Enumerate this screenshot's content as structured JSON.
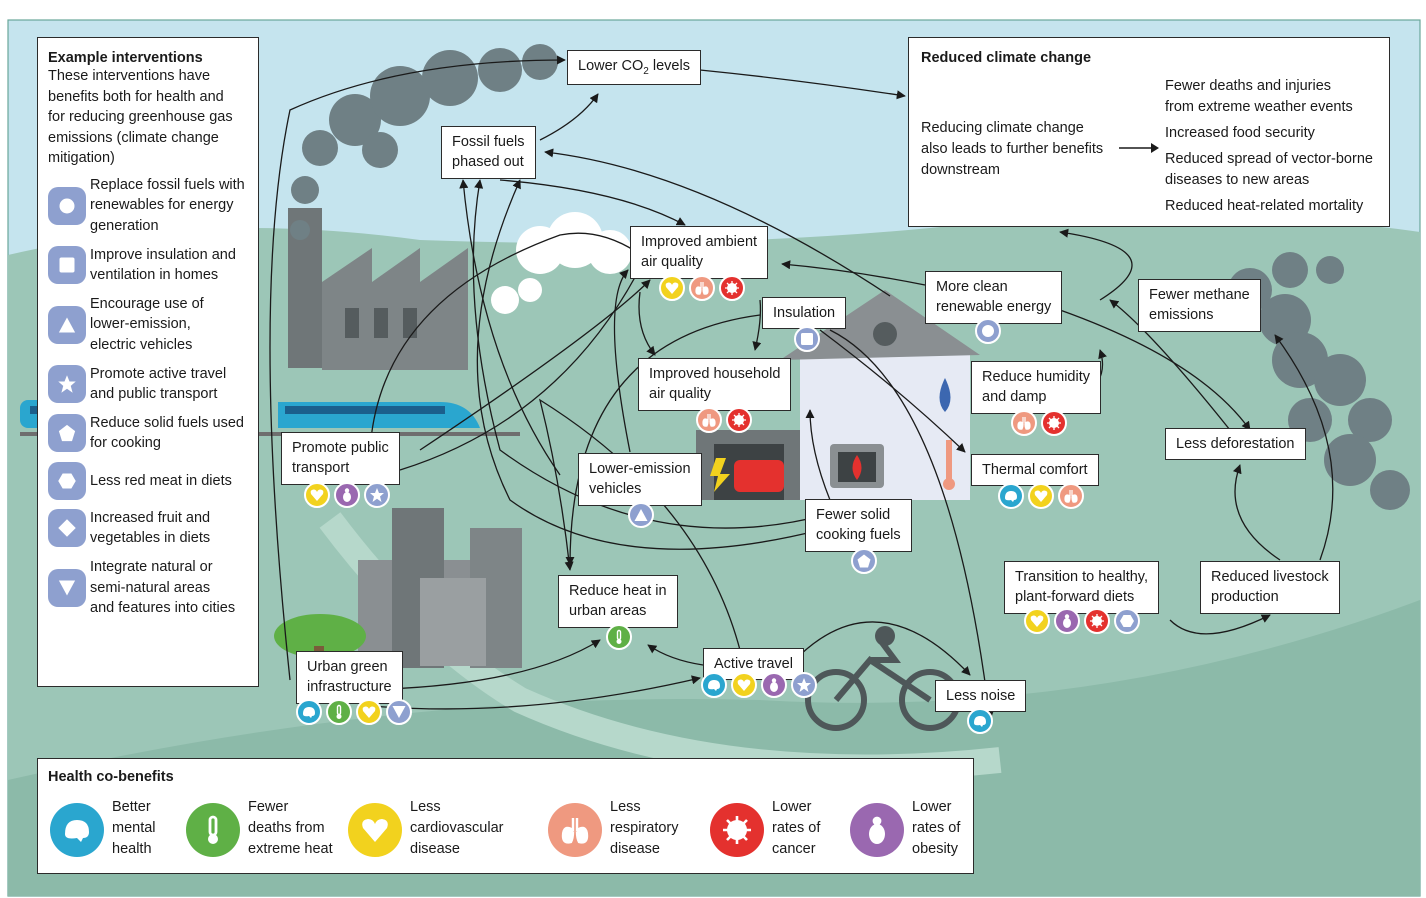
{
  "colors": {
    "sky": "#c5e4ee",
    "ground": "#9cc6b7",
    "ground_dark": "#8cbaa9",
    "smoke": "#6f8085",
    "intervention_badge": "#8ea0cf",
    "mental": "#2aa6cf",
    "heat": "#5fb046",
    "cardio": "#f2d21e",
    "respiratory": "#ef9980",
    "cancer": "#e4312e",
    "obesity": "#9a68b0"
  },
  "example_interventions": {
    "title": "Example interventions",
    "description": [
      "These interventions have",
      "benefits both for health and",
      "for reducing greenhouse gas",
      "emissions (climate change",
      "mitigation)"
    ],
    "items": [
      {
        "icon": "circle-icon",
        "lines": [
          "Replace fossil fuels with",
          "renewables for energy",
          "generation"
        ]
      },
      {
        "icon": "square-icon",
        "lines": [
          "Improve insulation and",
          "ventilation in homes"
        ]
      },
      {
        "icon": "triangle-icon",
        "lines": [
          "Encourage use of",
          "lower-emission,",
          "electric vehicles"
        ]
      },
      {
        "icon": "star-icon",
        "lines": [
          "Promote active travel",
          "and public transport"
        ]
      },
      {
        "icon": "pentagon-icon",
        "lines": [
          "Reduce solid fuels used",
          "for cooking"
        ]
      },
      {
        "icon": "hexagon-icon",
        "lines": [
          "Less red meat in diets"
        ]
      },
      {
        "icon": "diamond-icon",
        "lines": [
          "Increased fruit and",
          "vegetables in diets"
        ]
      },
      {
        "icon": "inverted-triangle-icon",
        "lines": [
          "Integrate natural or",
          "semi-natural areas",
          "and features into cities"
        ]
      }
    ]
  },
  "reduced_climate_change": {
    "title": "Reduced climate change",
    "lead": [
      "Reducing climate change",
      "also leads to further benefits",
      "downstream"
    ],
    "benefits": [
      [
        "Fewer deaths and injuries",
        "from extreme weather events"
      ],
      [
        "Increased food security"
      ],
      [
        "Reduced spread of vector-borne",
        "diseases to new areas"
      ],
      [
        "Reduced heat-related mortality"
      ]
    ]
  },
  "nodes": {
    "lower_co2": {
      "label": "Lower CO",
      "sub": "2",
      "tail": " levels"
    },
    "fossil_fuels": {
      "lines": [
        "Fossil fuels",
        "phased out"
      ]
    },
    "ambient_air": {
      "lines": [
        "Improved ambient",
        "air quality"
      ]
    },
    "insulation": {
      "lines": [
        "Insulation"
      ]
    },
    "clean_energy": {
      "lines": [
        "More clean",
        "renewable energy"
      ]
    },
    "methane": {
      "lines": [
        "Fewer methane",
        "emissions"
      ]
    },
    "household_air": {
      "lines": [
        "Improved household",
        "air quality"
      ]
    },
    "humidity": {
      "lines": [
        "Reduce humidity",
        "and damp"
      ]
    },
    "public_transport": {
      "lines": [
        "Promote public",
        "transport"
      ]
    },
    "lower_emission_vehicles": {
      "lines": [
        "Lower-emission",
        "vehicles"
      ]
    },
    "thermal": {
      "lines": [
        "Thermal comfort"
      ]
    },
    "deforestation": {
      "lines": [
        "Less deforestation"
      ]
    },
    "solid_fuels": {
      "lines": [
        "Fewer solid",
        "cooking fuels"
      ]
    },
    "heat_urban": {
      "lines": [
        "Reduce heat in",
        "urban areas"
      ]
    },
    "diets": {
      "lines": [
        "Transition to healthy,",
        "plant-forward diets"
      ]
    },
    "livestock": {
      "lines": [
        "Reduced livestock",
        "production"
      ]
    },
    "green_infra": {
      "lines": [
        "Urban green",
        "infrastructure"
      ]
    },
    "active_travel": {
      "lines": [
        "Active travel"
      ]
    },
    "noise": {
      "lines": [
        "Less noise"
      ]
    }
  },
  "health_cobenefits": {
    "title": "Health co-benefits",
    "items": [
      {
        "key": "mental",
        "icon": "brain-icon",
        "lines": [
          "Better",
          "mental",
          "health"
        ]
      },
      {
        "key": "heat",
        "icon": "thermometer-icon",
        "lines": [
          "Fewer",
          "deaths from",
          "extreme heat"
        ]
      },
      {
        "key": "cardio",
        "icon": "heart-icon",
        "lines": [
          "Less",
          "cardiovascular",
          "disease"
        ]
      },
      {
        "key": "respiratory",
        "icon": "lungs-icon",
        "lines": [
          "Less",
          "respiratory",
          "disease"
        ]
      },
      {
        "key": "cancer",
        "icon": "cancer-cell-icon",
        "lines": [
          "Lower",
          "rates of",
          "cancer"
        ]
      },
      {
        "key": "obesity",
        "icon": "body-icon",
        "lines": [
          "Lower",
          "rates of",
          "obesity"
        ]
      }
    ]
  }
}
